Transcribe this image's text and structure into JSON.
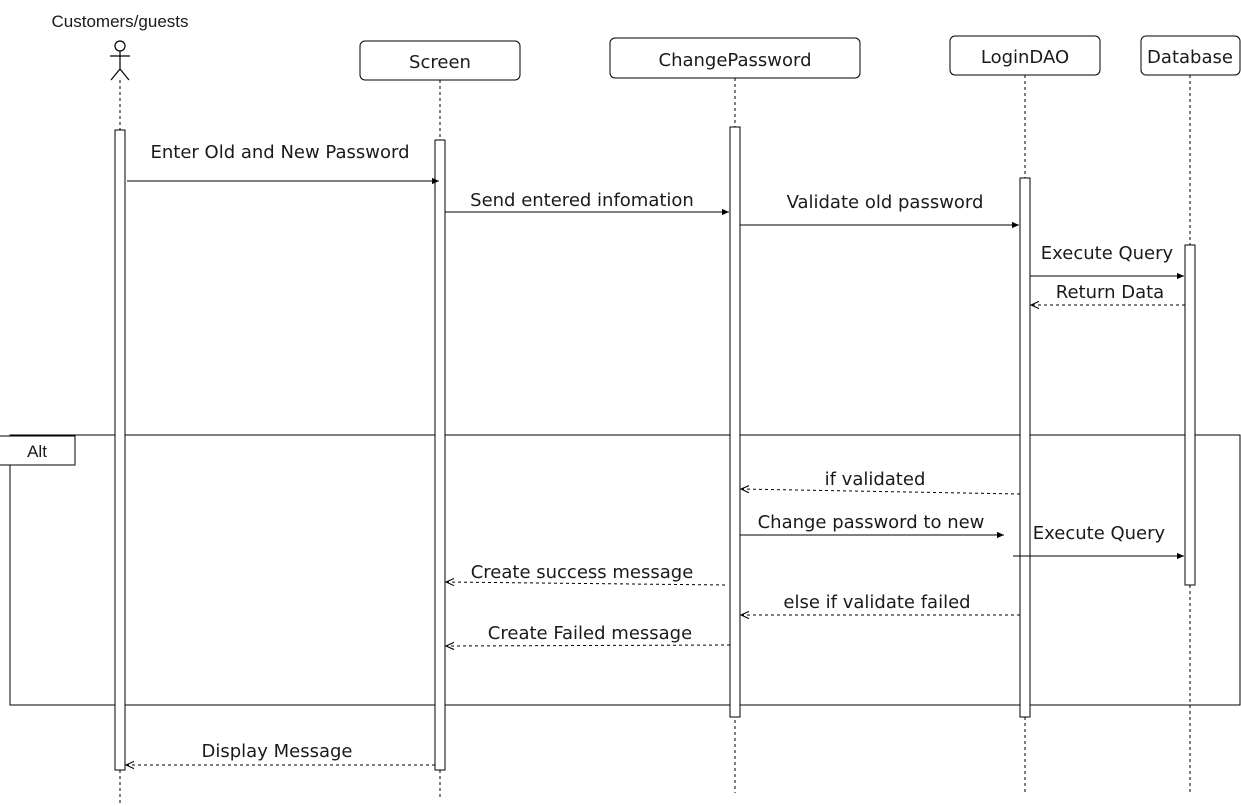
{
  "actor": {
    "name": "Customers/guests"
  },
  "participants": [
    {
      "id": "screen",
      "name": "Screen"
    },
    {
      "id": "change_password",
      "name": "ChangePassword"
    },
    {
      "id": "login_dao",
      "name": "LoginDAO"
    },
    {
      "id": "database",
      "name": "Database"
    }
  ],
  "messages": [
    {
      "id": "m1",
      "from": "Customers/guests",
      "to": "Screen",
      "text": "Enter Old and New Password",
      "kind": "call"
    },
    {
      "id": "m2",
      "from": "Screen",
      "to": "ChangePassword",
      "text": "Send entered infomation",
      "kind": "call"
    },
    {
      "id": "m3",
      "from": "ChangePassword",
      "to": "LoginDAO",
      "text": "Validate old password",
      "kind": "call"
    },
    {
      "id": "m4",
      "from": "LoginDAO",
      "to": "Database",
      "text": "Execute Query",
      "kind": "call"
    },
    {
      "id": "m5",
      "from": "Database",
      "to": "LoginDAO",
      "text": "Return Data",
      "kind": "return"
    },
    {
      "id": "m6",
      "from": "LoginDAO",
      "to": "ChangePassword",
      "text": "if validated",
      "kind": "return"
    },
    {
      "id": "m7",
      "from": "ChangePassword",
      "to": "LoginDAO",
      "text": "Change password to new",
      "kind": "call"
    },
    {
      "id": "m8",
      "from": "LoginDAO",
      "to": "Database",
      "text": "Execute Query",
      "kind": "call"
    },
    {
      "id": "m9",
      "from": "ChangePassword",
      "to": "Screen",
      "text": "Create success message",
      "kind": "return"
    },
    {
      "id": "m10",
      "from": "LoginDAO",
      "to": "ChangePassword",
      "text": "else if validate failed",
      "kind": "return"
    },
    {
      "id": "m11",
      "from": "ChangePassword",
      "to": "Screen",
      "text": "Create Failed message",
      "kind": "return"
    },
    {
      "id": "m12",
      "from": "Screen",
      "to": "Customers/guests",
      "text": "Display Message",
      "kind": "return"
    }
  ],
  "fragment": {
    "label": "Alt"
  }
}
